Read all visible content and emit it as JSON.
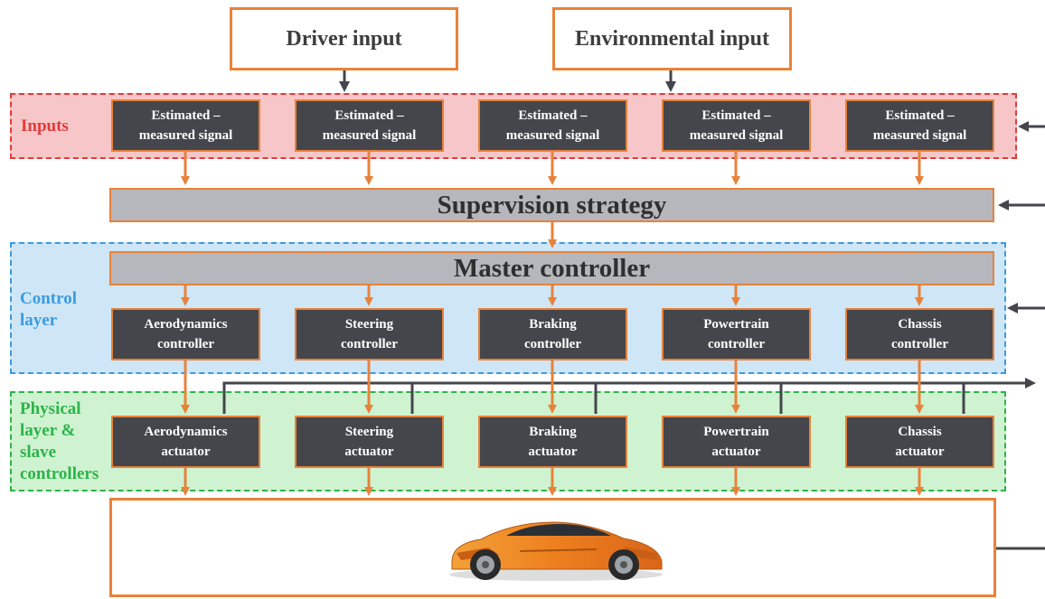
{
  "top_inputs": {
    "driver": "Driver input",
    "environmental": "Environmental input"
  },
  "zones": {
    "inputs": "Inputs",
    "control": [
      "Control",
      "layer"
    ],
    "physical": [
      "Physical",
      "layer &",
      "slave",
      "controllers"
    ]
  },
  "signals": [
    [
      "Estimated –",
      "measured signal"
    ],
    [
      "Estimated –",
      "measured signal"
    ],
    [
      "Estimated –",
      "measured signal"
    ],
    [
      "Estimated –",
      "measured signal"
    ],
    [
      "Estimated –",
      "measured signal"
    ]
  ],
  "supervision": "Supervision strategy",
  "master": "Master controller",
  "controllers": [
    [
      "Aerodynamics",
      "controller"
    ],
    [
      "Steering",
      "controller"
    ],
    [
      "Braking",
      "controller"
    ],
    [
      "Powertrain",
      "controller"
    ],
    [
      "Chassis",
      "controller"
    ]
  ],
  "actuators": [
    [
      "Aerodynamics",
      "actuator"
    ],
    [
      "Steering",
      "actuator"
    ],
    [
      "Braking",
      "actuator"
    ],
    [
      "Powertrain",
      "actuator"
    ],
    [
      "Chassis",
      "actuator"
    ]
  ],
  "vehicle": "car-image",
  "colors": {
    "orange": "#E8823A",
    "dark_arrow": "#44464B",
    "inputs_zone": "#F7C6C8",
    "control_zone": "#CFE6F7",
    "physical_zone": "#CFF3D0",
    "inputs_label": "#E23B3B",
    "control_label": "#3B9BE0",
    "physical_label": "#2DB34A"
  }
}
